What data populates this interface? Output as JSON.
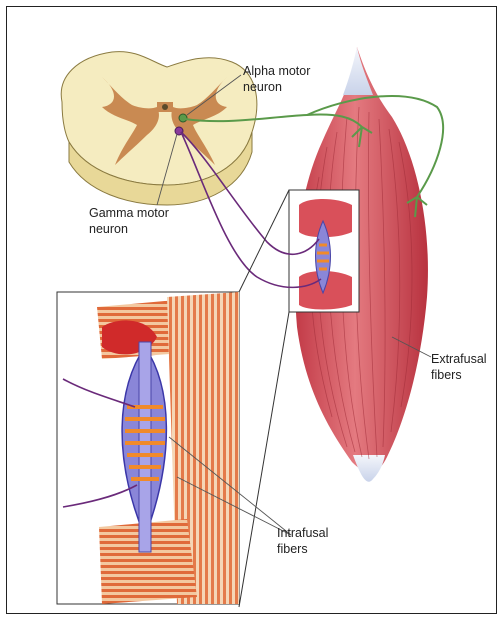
{
  "labels": {
    "alpha_line1": "Alpha motor",
    "alpha_line2": "neuron",
    "gamma_line1": "Gamma motor",
    "gamma_line2": "neuron",
    "extrafusal_line1": "Extrafusal",
    "extrafusal_line2": "fibers",
    "intrafusal_line1": "Intrafusal",
    "intrafusal_line2": "fibers"
  },
  "colors": {
    "muscle": "#d9505a",
    "muscle_dark": "#b03540",
    "spinal_cord": "#f5ecc0",
    "grey_matter": "#c98a52",
    "alpha_nerve": "#5a9a4a",
    "gamma_nerve": "#6a2a7a",
    "spindle_capsule": "#8a86d8",
    "intrafusal": "#f08a2a",
    "tendon": "#dfe6f2"
  }
}
